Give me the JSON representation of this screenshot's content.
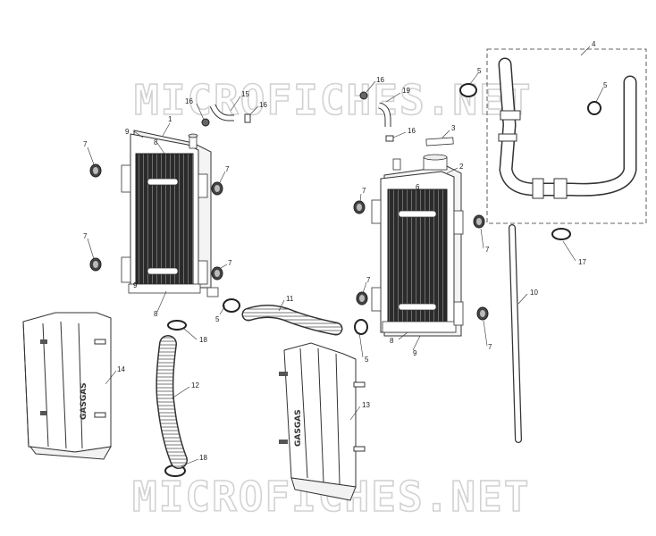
{
  "watermark": {
    "text": "MICROFICHES.NET"
  },
  "brand": {
    "text": "GASGAS"
  },
  "callouts": {
    "c1": "1",
    "c2": "2",
    "c3": "3",
    "c4": "4",
    "c5": "5",
    "c6": "6",
    "c7": "7",
    "c8": "8",
    "c9": "9",
    "c10": "10",
    "c11": "11",
    "c12": "12",
    "c13": "13",
    "c14": "14",
    "c15": "15",
    "c16": "16",
    "c17": "17",
    "c18": "18",
    "c19": "19"
  },
  "colors": {
    "line": "#333333",
    "core": "#2a2a2a",
    "watermark": "#d2d2d2"
  }
}
